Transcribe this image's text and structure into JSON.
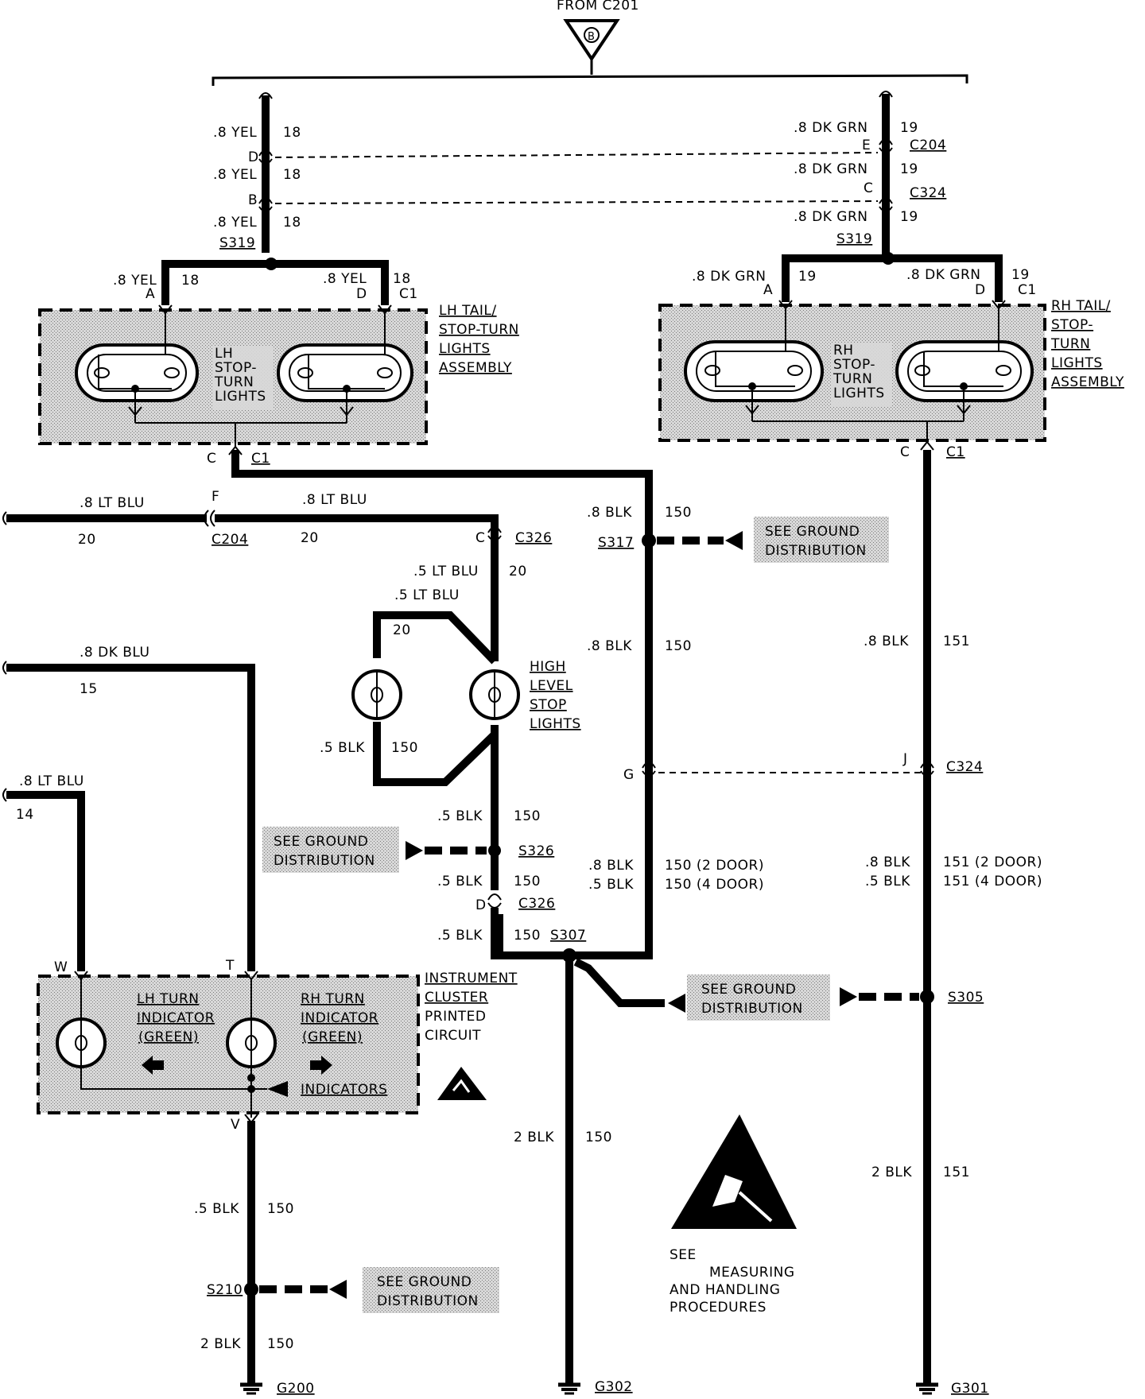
{
  "source": {
    "label": "FROM C201",
    "tag": "B"
  },
  "left_feed": {
    "wires": [
      {
        "gauge": ".8 YEL",
        "circuit": "18"
      },
      {
        "gauge": ".8 YEL",
        "circuit": "18"
      },
      {
        "gauge": ".8 YEL",
        "circuit": "18"
      }
    ],
    "pins": [
      "D",
      "B"
    ],
    "splice": "S319",
    "branch_a": {
      "gauge": ".8 YEL",
      "circuit": "18",
      "pin": "A"
    },
    "branch_d": {
      "gauge": ".8 YEL",
      "circuit": "18",
      "pin": "D",
      "connector": "C1"
    }
  },
  "right_feed": {
    "wires": [
      {
        "gauge": ".8 DK GRN",
        "circuit": "19"
      },
      {
        "gauge": ".8 DK GRN",
        "circuit": "19"
      },
      {
        "gauge": ".8 DK GRN",
        "circuit": "19"
      }
    ],
    "pins": [
      "E",
      "C"
    ],
    "connectors": [
      "C204",
      "C324"
    ],
    "splice": "S319",
    "branch_a": {
      "gauge": ".8 DK GRN",
      "circuit": "19",
      "pin": "A"
    },
    "branch_d": {
      "gauge": ".8 DK GRN",
      "circuit": "19",
      "pin": "D",
      "connector": "C1"
    }
  },
  "lh_assembly": {
    "title": [
      "LH TAIL/",
      "STOP-TURN",
      "LIGHTS",
      "ASSEMBLY"
    ],
    "lamps_label": [
      "LH",
      "STOP-",
      "TURN",
      "LIGHTS"
    ],
    "out_pin": "C",
    "out_connector": "C1"
  },
  "rh_assembly": {
    "title": [
      "RH TAIL/",
      "STOP-",
      "TURN",
      "LIGHTS",
      "ASSEMBLY"
    ],
    "lamps_label": [
      "RH",
      "STOP-",
      "TURN",
      "LIGHTS"
    ],
    "out_pin": "C",
    "out_connector": "C1"
  },
  "lt_blu_row": {
    "left": {
      "gauge": ".8 LT BLU",
      "circuit": "20"
    },
    "pin": "F",
    "connector": "C204",
    "right": {
      "gauge": ".8 LT BLU",
      "circuit": "20"
    }
  },
  "high_level": {
    "c326_top_pin": "C",
    "connector": "C326",
    "wire_a": {
      "gauge": ".5 LT BLU",
      "circuit": "20"
    },
    "wire_b": {
      "gauge": ".5 LT BLU",
      "circuit": "20"
    },
    "title": [
      "HIGH",
      "LEVEL",
      "STOP",
      "LIGHTS"
    ],
    "ground_wire": {
      "gauge": ".5 BLK",
      "circuit": "150"
    },
    "wire_down": {
      "gauge": ".5 BLK",
      "circuit": "150"
    },
    "splice": "S326",
    "wire_lower": {
      "gauge": ".5 BLK",
      "circuit": "150"
    },
    "bottom_pin": "D",
    "bottom_connector": "C326",
    "wire_s307": {
      "gauge": ".5 BLK",
      "circuit": "150"
    }
  },
  "ground_ref": [
    "SEE GROUND",
    "DISTRIBUTION"
  ],
  "s317_column": {
    "top": {
      "gauge": ".8 BLK",
      "circuit": "150"
    },
    "splice": "S317",
    "mid": {
      "gauge": ".8 BLK",
      "circuit": "150"
    },
    "pin": "G",
    "lower": [
      {
        "gauge": ".8 BLK",
        "circuit": "150 (2 DOOR)"
      },
      {
        "gauge": ".5 BLK",
        "circuit": "150 (4 DOOR)"
      }
    ]
  },
  "rh_column": {
    "top": {
      "gauge": ".8 BLK",
      "circuit": "151"
    },
    "pin": "J",
    "connector": "C324",
    "lower": [
      {
        "gauge": ".8 BLK",
        "circuit": "151 (2 DOOR)"
      },
      {
        "gauge": ".5 BLK",
        "circuit": "151 (4 DOOR)"
      }
    ],
    "splice": "S305",
    "bottom": {
      "gauge": "2 BLK",
      "circuit": "151"
    },
    "ground": "G301"
  },
  "dk_blu": {
    "gauge": ".8 DK BLU",
    "circuit": "15"
  },
  "lt_blu_14": {
    "gauge": ".8 LT BLU",
    "circuit": "14"
  },
  "cluster": {
    "pin_w": "W",
    "pin_t": "T",
    "pin_v": "V",
    "title": [
      "INSTRUMENT",
      "CLUSTER",
      "PRINTED",
      "CIRCUIT"
    ],
    "lh_label": [
      "LH TURN",
      "INDICATOR",
      "(GREEN)"
    ],
    "rh_label": [
      "RH TURN",
      "INDICATOR",
      "(GREEN)"
    ],
    "indicators": "INDICATORS"
  },
  "s307": {
    "splice": "S307",
    "bottom": {
      "gauge": "2 BLK",
      "circuit": "150"
    },
    "ground": "G302"
  },
  "left_bottom": {
    "wire": {
      "gauge": ".5 BLK",
      "circuit": "150"
    },
    "splice": "S210",
    "bottom": {
      "gauge": "2 BLK",
      "circuit": "150"
    },
    "ground": "G200"
  },
  "esd_note": [
    "SEE",
    "MEASURING",
    "AND HANDLING",
    "PROCEDURES"
  ]
}
